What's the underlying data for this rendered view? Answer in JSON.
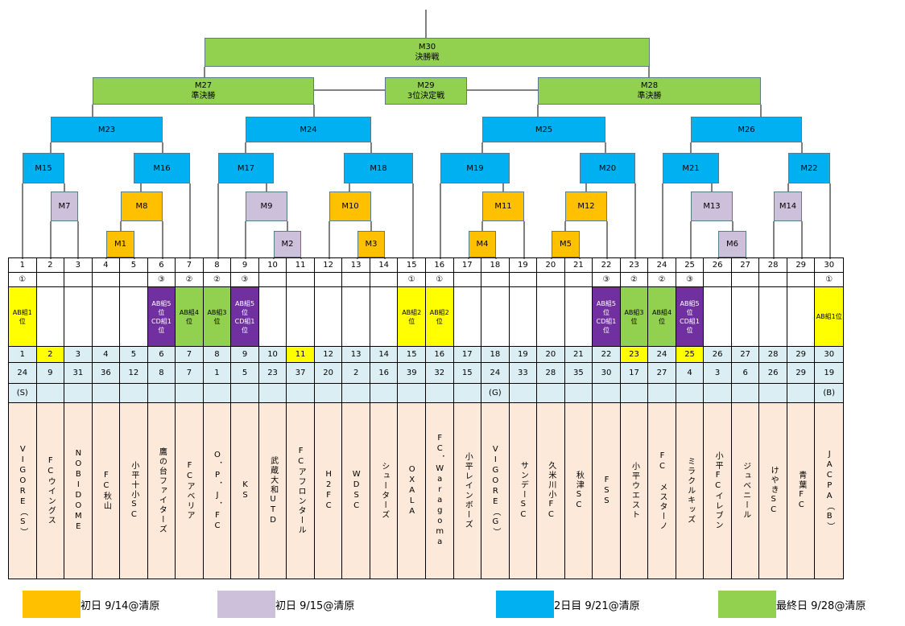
{
  "colors": {
    "first_day_a": "#ffc000",
    "first_day_b": "#ccc0da",
    "second_day": "#00b0f0",
    "final_day": "#92d050",
    "seed_ab1": "#ffff00",
    "seed_purple": "#7030a0",
    "team_bg": "#fde9d9",
    "row_bg": "#dbeef4"
  },
  "matches": {
    "M30": {
      "name": "M30",
      "sub": "決勝戦"
    },
    "M27": {
      "name": "M27",
      "sub": "準決勝"
    },
    "M28": {
      "name": "M28",
      "sub": "準決勝"
    },
    "M29": {
      "name": "M29",
      "sub": "3位決定戦"
    },
    "M23": {
      "name": "M23"
    },
    "M24": {
      "name": "M24"
    },
    "M25": {
      "name": "M25"
    },
    "M26": {
      "name": "M26"
    },
    "M15": {
      "name": "M15"
    },
    "M16": {
      "name": "M16"
    },
    "M17": {
      "name": "M17"
    },
    "M18": {
      "name": "M18"
    },
    "M19": {
      "name": "M19"
    },
    "M20": {
      "name": "M20"
    },
    "M21": {
      "name": "M21"
    },
    "M22": {
      "name": "M22"
    },
    "M7": {
      "name": "M7"
    },
    "M8": {
      "name": "M8"
    },
    "M9": {
      "name": "M9"
    },
    "M10": {
      "name": "M10"
    },
    "M11": {
      "name": "M11"
    },
    "M12": {
      "name": "M12"
    },
    "M13": {
      "name": "M13"
    },
    "M14": {
      "name": "M14"
    },
    "M1": {
      "name": "M1"
    },
    "M2": {
      "name": "M2"
    },
    "M3": {
      "name": "M3"
    },
    "M4": {
      "name": "M4"
    },
    "M5": {
      "name": "M5"
    },
    "M6": {
      "name": "M6"
    }
  },
  "columns": [
    {
      "pos": "1",
      "mark": "①",
      "seed": "AB組1位",
      "seed_type": "yellow",
      "slot": "1",
      "slot_hl": false,
      "num": "24",
      "note": "(S)",
      "team": "VIGORE（S）"
    },
    {
      "pos": "2",
      "mark": "",
      "seed": "",
      "seed_type": "",
      "slot": "2",
      "slot_hl": true,
      "num": "9",
      "note": "",
      "team": "FCウイングス"
    },
    {
      "pos": "3",
      "mark": "",
      "seed": "",
      "seed_type": "",
      "slot": "3",
      "slot_hl": false,
      "num": "31",
      "note": "",
      "team": "NOBIDOME"
    },
    {
      "pos": "4",
      "mark": "",
      "seed": "",
      "seed_type": "",
      "slot": "4",
      "slot_hl": false,
      "num": "36",
      "note": "",
      "team": "FC秋山"
    },
    {
      "pos": "5",
      "mark": "",
      "seed": "",
      "seed_type": "",
      "slot": "5",
      "slot_hl": false,
      "num": "12",
      "note": "",
      "team": "小平十小SC"
    },
    {
      "pos": "6",
      "mark": "③",
      "seed": "AB組5位 CD組1位",
      "seed_type": "purple",
      "slot": "6",
      "slot_hl": false,
      "num": "8",
      "note": "",
      "team": "鷹の台ファイターズ"
    },
    {
      "pos": "7",
      "mark": "②",
      "seed": "AB組4位",
      "seed_type": "green",
      "slot": "7",
      "slot_hl": false,
      "num": "7",
      "note": "",
      "team": "FCアベリア"
    },
    {
      "pos": "8",
      "mark": "②",
      "seed": "AB組3位",
      "seed_type": "green",
      "slot": "8",
      "slot_hl": false,
      "num": "1",
      "note": "",
      "team": "O．P．J．FC"
    },
    {
      "pos": "9",
      "mark": "③",
      "seed": "AB組5位 CD組1位",
      "seed_type": "purple",
      "slot": "9",
      "slot_hl": false,
      "num": "5",
      "note": "",
      "team": "KS"
    },
    {
      "pos": "10",
      "mark": "",
      "seed": "",
      "seed_type": "",
      "slot": "10",
      "slot_hl": false,
      "num": "23",
      "note": "",
      "team": "武蔵大和UTD"
    },
    {
      "pos": "11",
      "mark": "",
      "seed": "",
      "seed_type": "",
      "slot": "11",
      "slot_hl": true,
      "num": "37",
      "note": "",
      "team": "FCアフロンタール"
    },
    {
      "pos": "12",
      "mark": "",
      "seed": "",
      "seed_type": "",
      "slot": "12",
      "slot_hl": false,
      "num": "20",
      "note": "",
      "team": "H2FC"
    },
    {
      "pos": "13",
      "mark": "",
      "seed": "",
      "seed_type": "",
      "slot": "13",
      "slot_hl": false,
      "num": "2",
      "note": "",
      "team": "WDSC"
    },
    {
      "pos": "14",
      "mark": "",
      "seed": "",
      "seed_type": "",
      "slot": "14",
      "slot_hl": false,
      "num": "16",
      "note": "",
      "team": "シューターズ"
    },
    {
      "pos": "15",
      "mark": "①",
      "seed": "AB組2位",
      "seed_type": "yellow",
      "slot": "15",
      "slot_hl": false,
      "num": "39",
      "note": "",
      "team": "OXALA"
    },
    {
      "pos": "16",
      "mark": "①",
      "seed": "AB組2位",
      "seed_type": "yellow",
      "slot": "16",
      "slot_hl": false,
      "num": "32",
      "note": "",
      "team": "FC．Waragoma"
    },
    {
      "pos": "17",
      "mark": "",
      "seed": "",
      "seed_type": "",
      "slot": "17",
      "slot_hl": false,
      "num": "15",
      "note": "",
      "team": "小平レインボーズ"
    },
    {
      "pos": "18",
      "mark": "",
      "seed": "",
      "seed_type": "",
      "slot": "18",
      "slot_hl": false,
      "num": "24",
      "note": "(G)",
      "team": "VIGORE（G）"
    },
    {
      "pos": "19",
      "mark": "",
      "seed": "",
      "seed_type": "",
      "slot": "19",
      "slot_hl": false,
      "num": "33",
      "note": "",
      "team": "サンデーSC"
    },
    {
      "pos": "20",
      "mark": "",
      "seed": "",
      "seed_type": "",
      "slot": "20",
      "slot_hl": false,
      "num": "28",
      "note": "",
      "team": "久米川小FC"
    },
    {
      "pos": "21",
      "mark": "",
      "seed": "",
      "seed_type": "",
      "slot": "21",
      "slot_hl": false,
      "num": "35",
      "note": "",
      "team": "秋津SC"
    },
    {
      "pos": "22",
      "mark": "③",
      "seed": "AB組5位 CD組1位",
      "seed_type": "purple",
      "slot": "22",
      "slot_hl": false,
      "num": "30",
      "note": "",
      "team": "FSS"
    },
    {
      "pos": "23",
      "mark": "②",
      "seed": "AB組3位",
      "seed_type": "green",
      "slot": "23",
      "slot_hl": true,
      "num": "17",
      "note": "",
      "team": "小平ウエスト"
    },
    {
      "pos": "24",
      "mark": "②",
      "seed": "AB組4位",
      "seed_type": "green",
      "slot": "24",
      "slot_hl": false,
      "num": "27",
      "note": "",
      "team": "FC メスターノ"
    },
    {
      "pos": "25",
      "mark": "③",
      "seed": "AB組5位 CD組1位",
      "seed_type": "purple",
      "slot": "25",
      "slot_hl": true,
      "num": "4",
      "note": "",
      "team": "ミラクルキッズ"
    },
    {
      "pos": "26",
      "mark": "",
      "seed": "",
      "seed_type": "",
      "slot": "26",
      "slot_hl": false,
      "num": "3",
      "note": "",
      "team": "小平FCイレブン"
    },
    {
      "pos": "27",
      "mark": "",
      "seed": "",
      "seed_type": "",
      "slot": "27",
      "slot_hl": false,
      "num": "6",
      "note": "",
      "team": "ジュベニール"
    },
    {
      "pos": "28",
      "mark": "",
      "seed": "",
      "seed_type": "",
      "slot": "28",
      "slot_hl": false,
      "num": "26",
      "note": "",
      "team": "けやきSC"
    },
    {
      "pos": "29",
      "mark": "",
      "seed": "",
      "seed_type": "",
      "slot": "29",
      "slot_hl": false,
      "num": "29",
      "note": "",
      "team": "青葉FC"
    },
    {
      "pos": "30",
      "mark": "①",
      "seed": "AB組1位",
      "seed_type": "yellow",
      "slot": "30",
      "slot_hl": false,
      "num": "19",
      "note": "(B)",
      "team": "JACPA（B）"
    }
  ],
  "legend": [
    {
      "color": "#ffc000",
      "label": "初日 9/14@清原"
    },
    {
      "color": "#ccc0da",
      "label": "初日 9/15@清原"
    },
    {
      "color": "#00b0f0",
      "label": "2日目 9/21@清原"
    },
    {
      "color": "#92d050",
      "label": "最終日 9/28@清原"
    }
  ]
}
